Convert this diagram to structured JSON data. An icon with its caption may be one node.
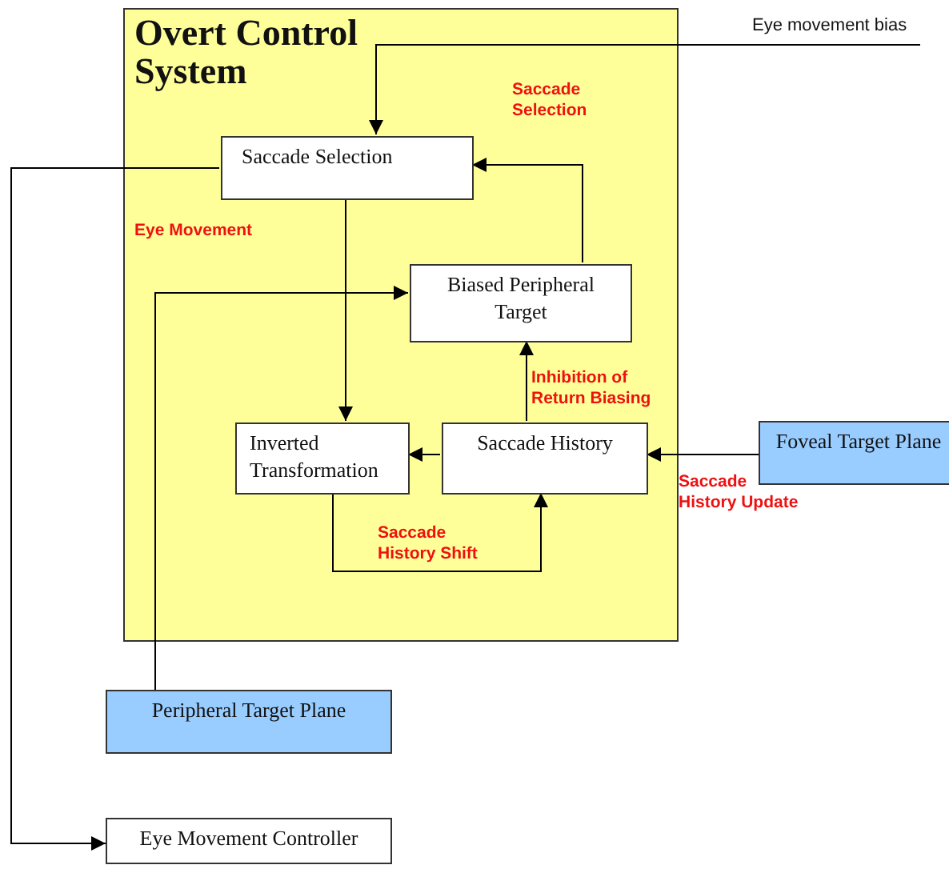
{
  "diagram": {
    "nodes": [
      {
        "text": [
          "Overt Control System"
        ]
      },
      {
        "text": [
          "Saccade Selection"
        ],
        "in": 0
      },
      {
        "text": [
          "Biased Peripheral Target"
        ],
        "in": 0
      },
      {
        "text": [
          "Inverted Transformation"
        ],
        "in": 0
      },
      {
        "text": [
          "Saccade History"
        ],
        "in": 0
      },
      {
        "text": [
          "Foveal Target Plane"
        ]
      },
      {
        "text": [
          "Peripheral Target Plane"
        ]
      },
      {
        "text": [
          "Eye Movement Controller"
        ]
      }
    ],
    "edges": [
      {
        "from": null,
        "to": 1,
        "arrow": "to",
        "label": "Eye movement bias"
      },
      {
        "from": 2,
        "to": 1,
        "arrow": "to",
        "label": "Saccade Selection"
      },
      {
        "from": 1,
        "to": 3,
        "arrow": "to"
      },
      {
        "from": 4,
        "to": 3,
        "arrow": "to"
      },
      {
        "from": 4,
        "to": 2,
        "arrow": "to",
        "label": "Inhibition of Return Biasing"
      },
      {
        "from": 5,
        "to": 4,
        "arrow": "to",
        "label": "Saccade History Update"
      },
      {
        "from": 3,
        "to": 4,
        "arrow": "to",
        "label": "Saccade History Shift"
      },
      {
        "from": 6,
        "to": 2,
        "arrow": "to"
      },
      {
        "from": 1,
        "to": 7,
        "arrow": "to",
        "label": "Eye Movement"
      }
    ]
  }
}
